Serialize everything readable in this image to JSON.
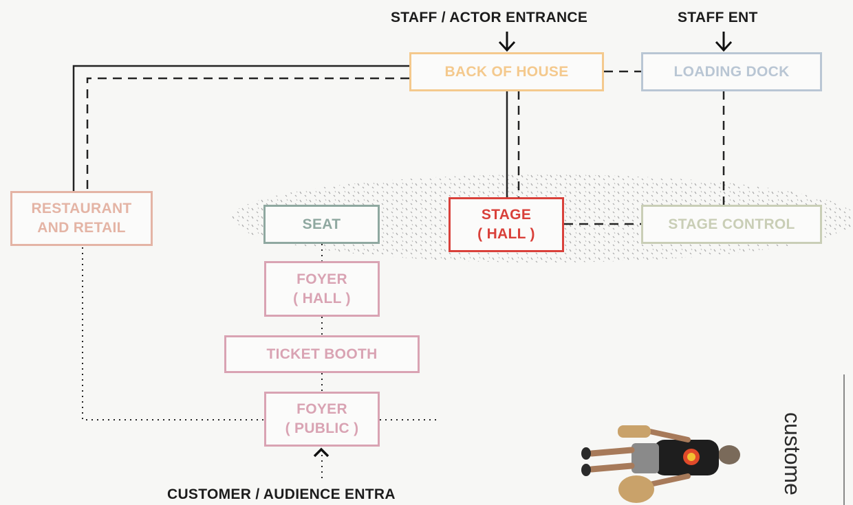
{
  "labels": {
    "staff_actor_entrance": "STAFF / ACTOR ENTRANCE",
    "staff_ent": "STAFF ENT",
    "customer_entrance": "CUSTOMER / AUDIENCE ENTRA",
    "side_text": "custome"
  },
  "boxes": {
    "back_of_house": "BACK OF HOUSE",
    "loading_dock": "LOADING DOCK",
    "restaurant": "RESTAURANT\nAND RETAIL",
    "seat": "SEAT",
    "stage_hall": "STAGE\n( HALL )",
    "stage_control": "STAGE CONTROL",
    "foyer_hall": "FOYER\n( HALL )",
    "ticket_booth": "TICKET BOOTH",
    "foyer_public": "FOYER\n( PUBLIC )"
  },
  "colors": {
    "back_of_house": "#f4c98d",
    "loading_dock": "#b9c6d4",
    "restaurant": "#e4b4a5",
    "seat": "#8fa8a0",
    "stage_hall": "#d9403a",
    "stage_control": "#c9ceb6",
    "foyer": "#d9a3b3",
    "line": "#222222",
    "dots": "#9a9a9a"
  }
}
